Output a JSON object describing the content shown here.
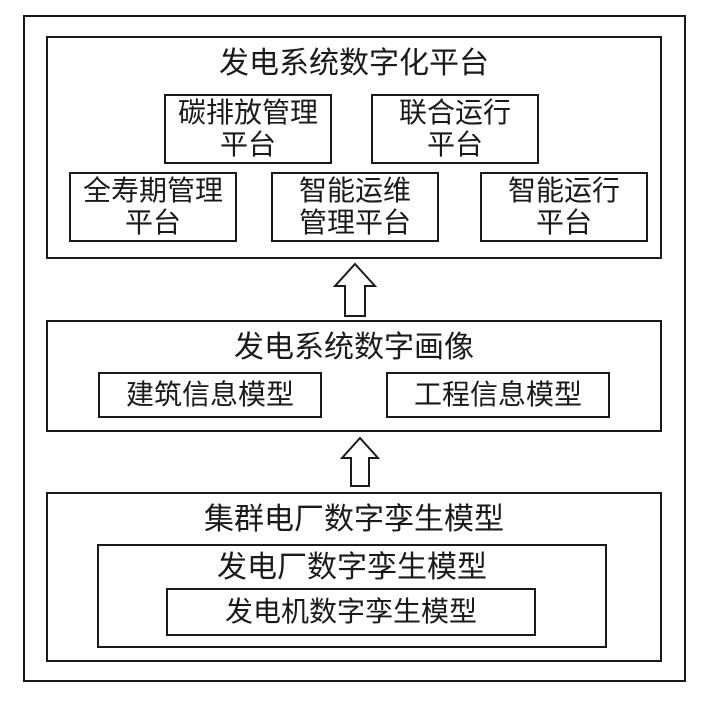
{
  "top_section": {
    "title": "发电系统数字化平台",
    "modules": [
      {
        "line1": "碳排放管理",
        "line2": "平台"
      },
      {
        "line1": "联合运行",
        "line2": "平台"
      },
      {
        "line1": "全寿期管理",
        "line2": "平台"
      },
      {
        "line1": "智能运维",
        "line2": "管理平台"
      },
      {
        "line1": "智能运行",
        "line2": "平台"
      }
    ]
  },
  "middle_section": {
    "title": "发电系统数字画像",
    "modules": [
      {
        "label": "建筑信息模型"
      },
      {
        "label": "工程信息模型"
      }
    ]
  },
  "bottom_section": {
    "title": "集群电厂数字孪生模型",
    "inner_title": "发电厂数字孪生模型",
    "innermost_label": "发电机数字孪生模型"
  },
  "arrows": [
    "up-arrow-icon",
    "up-arrow-icon"
  ]
}
